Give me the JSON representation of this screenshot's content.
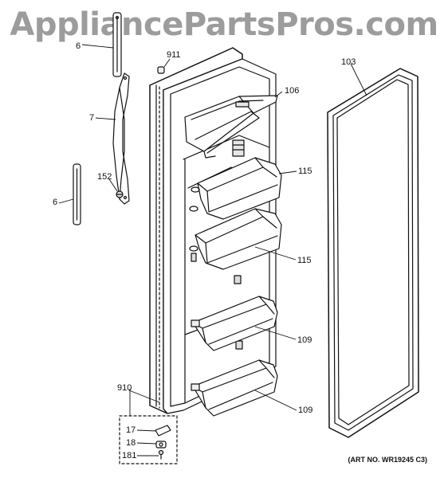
{
  "watermark": "AppliancePartsPros.com",
  "art_number": "(ART NO. WR19245 C3)",
  "callouts": {
    "c6_top": "6",
    "c911": "911",
    "c103": "103",
    "c106": "106",
    "c7": "7",
    "c115_top": "115",
    "c152": "152",
    "c6_bottom": "6",
    "c115_bottom": "115",
    "c109_top": "109",
    "c910": "910",
    "c109_bottom": "109",
    "c17": "17",
    "c18": "18",
    "c181": "181"
  },
  "colors": {
    "line": "#111111",
    "watermark": "#9c9c9c",
    "shade": "#d9d9d9"
  }
}
